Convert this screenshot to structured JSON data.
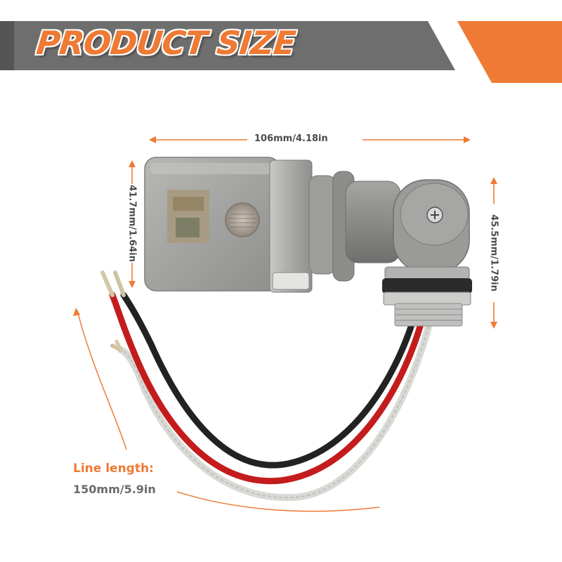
{
  "banner": {
    "title": "PRODUCT SIZE",
    "colors": {
      "orange": "#ee7a34",
      "gray": "#6e6e6e"
    }
  },
  "dimensions": {
    "width": "106mm/4.18in",
    "left_height": "41.7mm/1.64in",
    "right_height": "45.5mm/1.79in"
  },
  "line_length": {
    "label": "Line length:",
    "value": "150mm/5.9in"
  },
  "product": {
    "name_icon": "photocell-sensor",
    "wire_colors": [
      "#c9c9c5",
      "#c41c1c",
      "#222222"
    ]
  }
}
